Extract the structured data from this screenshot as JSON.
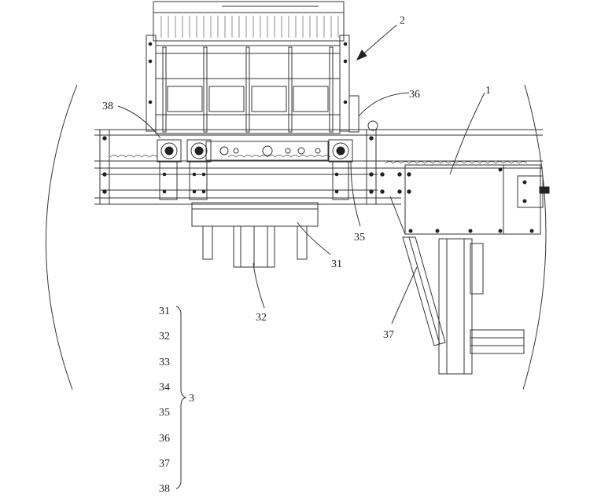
{
  "callouts": {
    "c1": "1",
    "c2": "2",
    "c31": "31",
    "c32": "32",
    "c35": "35",
    "c36": "36",
    "c37": "37",
    "c38": "38"
  },
  "legend": {
    "items": [
      "31",
      "32",
      "33",
      "34",
      "35",
      "36",
      "37",
      "38"
    ],
    "group": "3"
  }
}
